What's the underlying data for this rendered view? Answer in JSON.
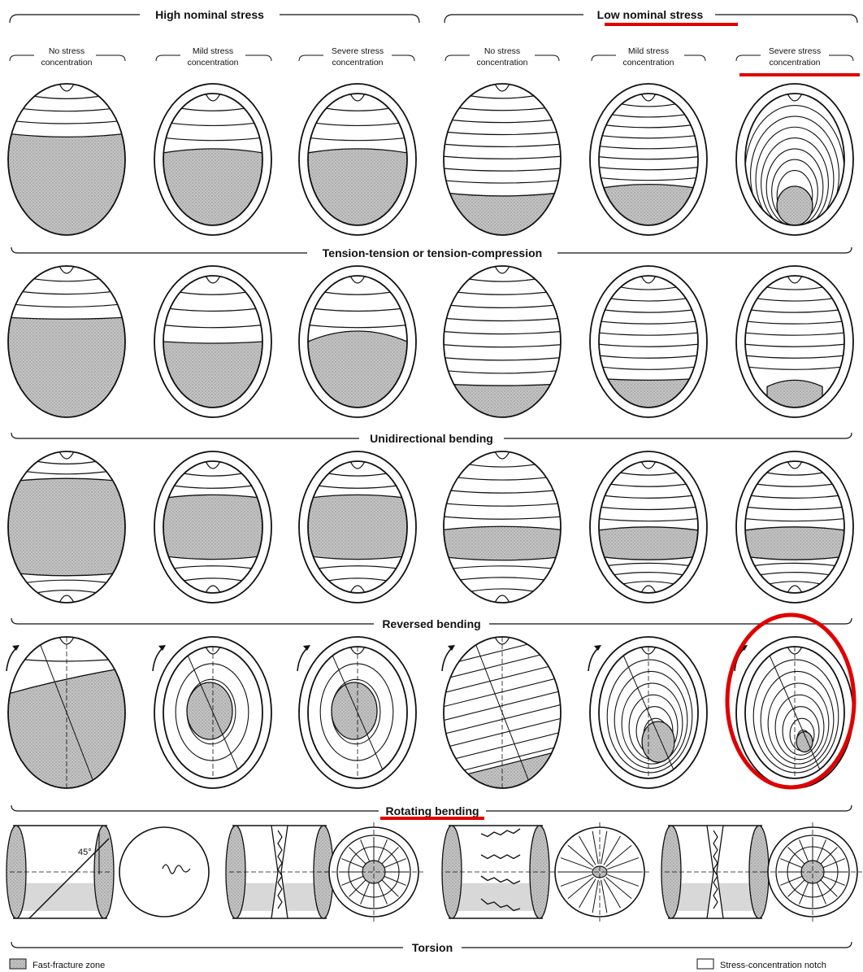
{
  "header": {
    "left_group": "High nominal stress",
    "right_group": "Low nominal stress",
    "columns": [
      [
        "No stress",
        "concentration"
      ],
      [
        "Mild stress",
        "concentration"
      ],
      [
        "Severe stress",
        "concentration"
      ],
      [
        "No stress",
        "concentration"
      ],
      [
        "Mild stress",
        "concentration"
      ],
      [
        "Severe stress",
        "concentration"
      ]
    ]
  },
  "rows": [
    {
      "label": "Tension-tension or tension-compression"
    },
    {
      "label": "Unidirectional bending"
    },
    {
      "label": "Reversed bending"
    },
    {
      "label": "Rotating bending"
    },
    {
      "label": "Torsion"
    }
  ],
  "torsion_angle_label": "45°",
  "legend": {
    "fast_fracture": "Fast-fracture zone",
    "notch": "Stress-concentration notch"
  },
  "highlights": {
    "color": "#e00000",
    "underlined": [
      "Low nominal stress",
      "Severe stress concentration",
      "Rotating bending"
    ],
    "circled_cell": "Rotating bending / Low nominal stress / Severe stress concentration"
  },
  "colors": {
    "fast_fracture_fill": "#bdbdbd",
    "line": "#111111"
  }
}
